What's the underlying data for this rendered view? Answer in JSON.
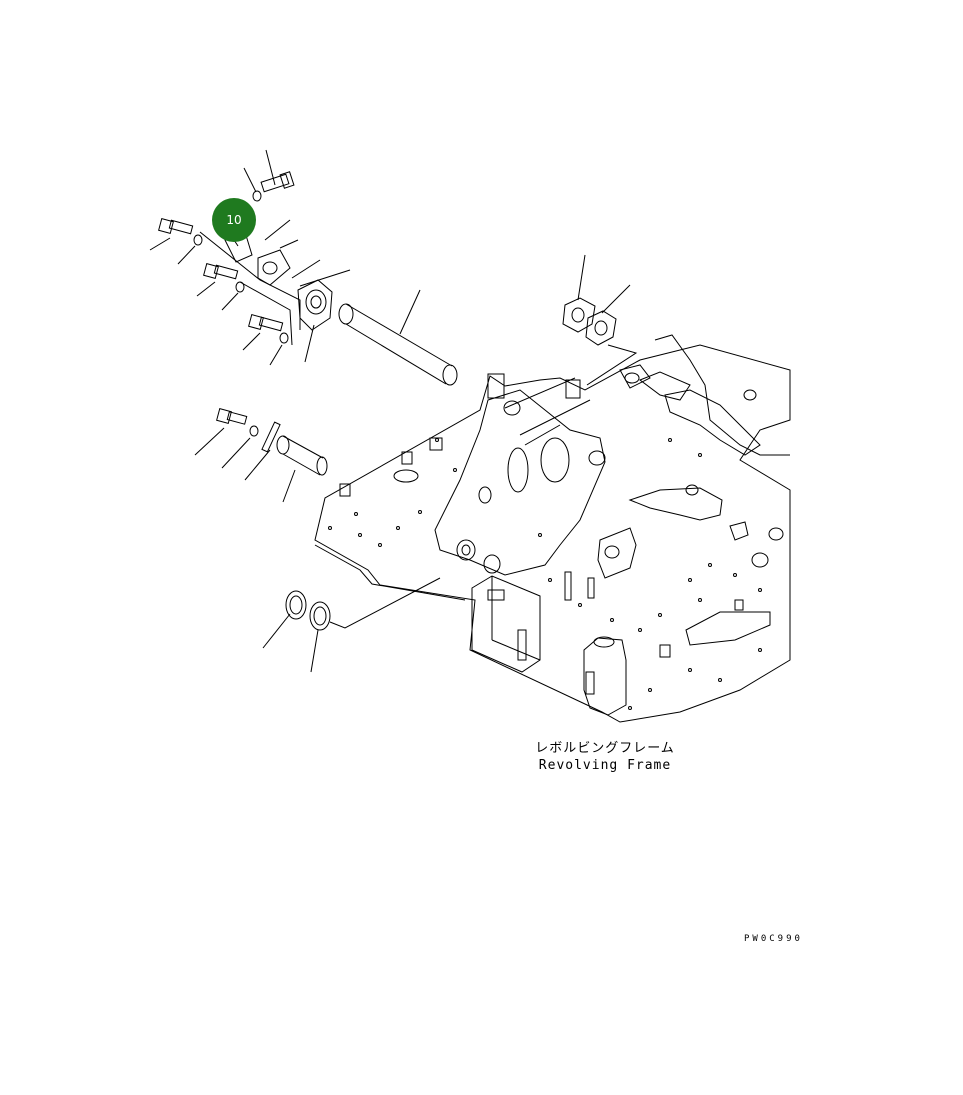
{
  "callout": {
    "number": "10",
    "color": "#1f7a1f"
  },
  "frame_label": {
    "japanese": "レボルビングフレーム",
    "english": "Revolving Frame"
  },
  "drawing_code": "PW0C990",
  "colors": {
    "line": "#000000",
    "background": "#ffffff"
  }
}
